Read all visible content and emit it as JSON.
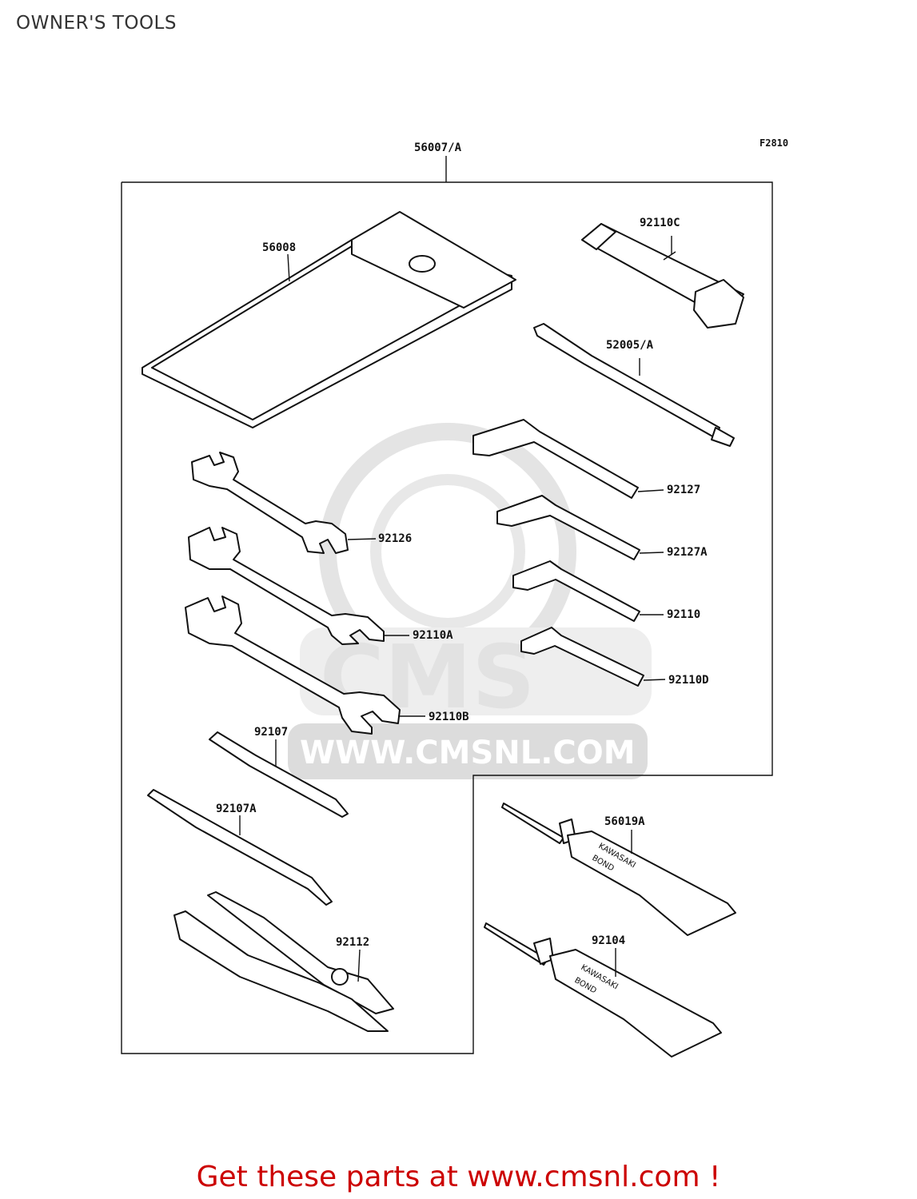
{
  "page": {
    "title": "OWNER'S TOOLS",
    "banner": "Get these parts at www.cmsnl.com !"
  },
  "diagram": {
    "figure_code": "F2810",
    "kit_label": "56007/A",
    "parts": [
      {
        "number": "56008"
      },
      {
        "number": "92110C"
      },
      {
        "number": "52005/A"
      },
      {
        "number": "92127"
      },
      {
        "number": "92126"
      },
      {
        "number": "92127A"
      },
      {
        "number": "92110A"
      },
      {
        "number": "92110"
      },
      {
        "number": "92110D"
      },
      {
        "number": "92110B"
      },
      {
        "number": "92107"
      },
      {
        "number": "92107A"
      },
      {
        "number": "92112"
      },
      {
        "number": "56019A"
      },
      {
        "number": "92104"
      }
    ],
    "tube_text": [
      "KAWASAKI",
      "BOND"
    ]
  },
  "watermark": {
    "brand": "CMS",
    "url": "WWW.CMSNL.COM"
  },
  "colors": {
    "banner": "#cc0000",
    "line": "#111111",
    "watermark": "#e2e2e2"
  }
}
